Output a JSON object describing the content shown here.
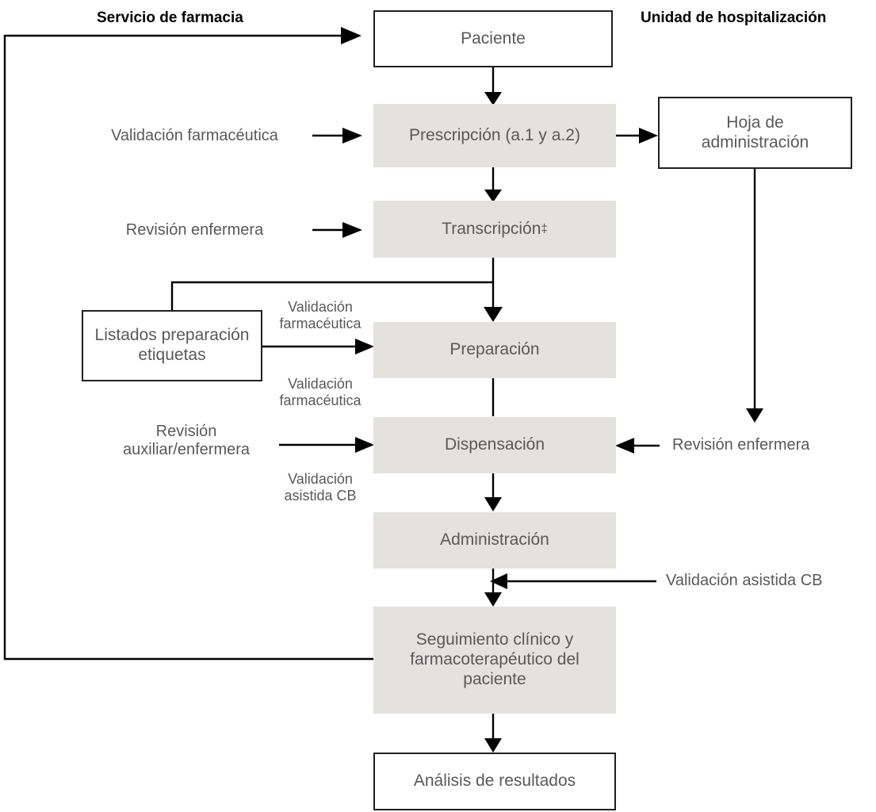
{
  "headers": {
    "left": "Servicio de farmacia",
    "right": "Unidad de hospitalización"
  },
  "nodes": {
    "paciente": "Paciente",
    "prescripcion": "Prescripción (a.1 y a.2)",
    "hoja": "Hoja de\nadministración",
    "transcripcion": "Transcripción",
    "transcripcion_mark": "‡",
    "listados": "Listados preparación\netiquetas",
    "preparacion": "Preparación",
    "dispensacion": "Dispensación",
    "administracion": "Administración",
    "seguimiento": "Seguimiento clínico y\nfarmacoterapéutico del\npaciente",
    "analisis": "Análisis de resultados"
  },
  "edge_labels": {
    "validacion_farmaceutica_prescripcion": "Validación farmacéutica",
    "revision_enfermera_transcripcion": "Revisión enfermera",
    "validacion_farmaceutica_preparacion": "Validación\nfarmacéutica",
    "validacion_farmaceutica_dispensacion": "Validación\nfarmacéutica",
    "revision_auxiliar_enfermera": "Revisión\nauxiliar/enfermera",
    "validacion_asistida_cb_dispensacion": "Validación\nasistida CB",
    "revision_enfermera_dispensacion": "Revisión enfermera",
    "validacion_asistida_cb_administracion": "Validación asistida CB"
  },
  "colors": {
    "process_fill": "#e4e2de",
    "node_text": "#58595b",
    "stroke": "#000000",
    "header_text": "#000000"
  }
}
